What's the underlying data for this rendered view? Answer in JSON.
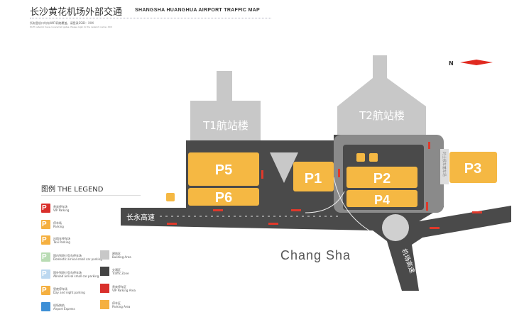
{
  "header": {
    "title_cn": "长沙黄花机场外部交通",
    "title_en": "SHANGSHA  HUANGHUA  AIRPORT  TRAFFIC MAP",
    "note_cn": "所有登机口均有WIFI网络覆盖，请登录SSID：XXX",
    "note_en": "Wi-Fi network have covered all gates. Please login to the network name: XXX"
  },
  "compass": {
    "label": "N"
  },
  "map": {
    "t1": "T1航站楼",
    "t2": "T2航站楼",
    "parking": [
      "P1",
      "P2",
      "P3",
      "P4",
      "P5",
      "P6"
    ],
    "highway_cy": "长永高速",
    "airport_hw": "机场高速",
    "city": "Chang Sha",
    "taxi": "的士候车蓄车场"
  },
  "legend": {
    "title": "图例  THE LEGEND",
    "items": [
      {
        "cn": "贵宾停车场",
        "en": "VIP Parking",
        "color": "#d9302c"
      },
      {
        "cn": "停车场",
        "en": "Parking",
        "color": "#f5b040"
      },
      {
        "cn": "出租车停车场",
        "en": "Taxi Parking",
        "color": "#f5b040"
      },
      {
        "cn": "国内到港小型车停车场",
        "en": "Domestic arrival small car parking",
        "color": "#b9dcb4"
      },
      {
        "cn": "国外到港小型车停车场",
        "en": "Abroad arrival small car parking",
        "color": "#bcd8f0"
      },
      {
        "cn": "昼夜停车场",
        "en": "Day and night parking",
        "color": "#f5b040"
      },
      {
        "cn": "机场快轨",
        "en": "Airport Express",
        "color": "#3d8fd6"
      }
    ],
    "zones": [
      {
        "cn": "建筑区",
        "en": "Building Area",
        "color": "#c8c8c8"
      },
      {
        "cn": "交通区",
        "en": "Traffic Zone",
        "color": "#444444"
      },
      {
        "cn": "贵宾停车区",
        "en": "VIP Parking Area",
        "color": "#d9302c"
      },
      {
        "cn": "停车区",
        "en": "Parking Area",
        "color": "#f5b040"
      }
    ]
  }
}
